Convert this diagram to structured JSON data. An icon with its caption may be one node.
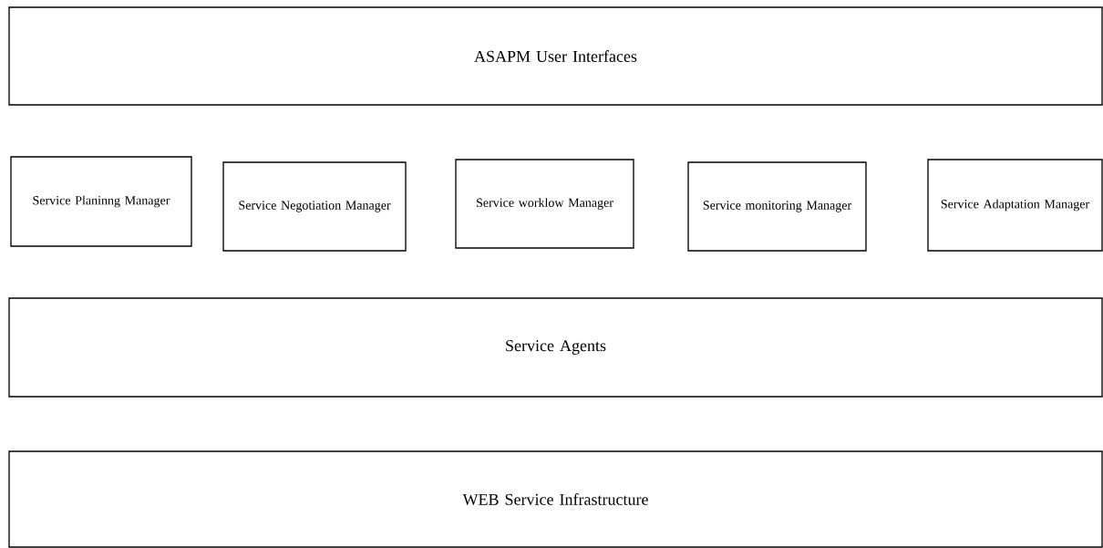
{
  "diagram": {
    "nodes": [
      {
        "text": [
          "ASAPM User Interfaces"
        ]
      },
      {
        "text": [
          "Service Planinng Manager"
        ]
      },
      {
        "text": [
          "Service Negotiation Manager"
        ]
      },
      {
        "text": [
          "Service worklow Manager"
        ]
      },
      {
        "text": [
          "Service monitoring Manager"
        ]
      },
      {
        "text": [
          "Service Adaptation Manager"
        ]
      },
      {
        "text": [
          "Service Agents"
        ]
      },
      {
        "text": [
          "WEB Service Infrastructure"
        ]
      }
    ]
  }
}
